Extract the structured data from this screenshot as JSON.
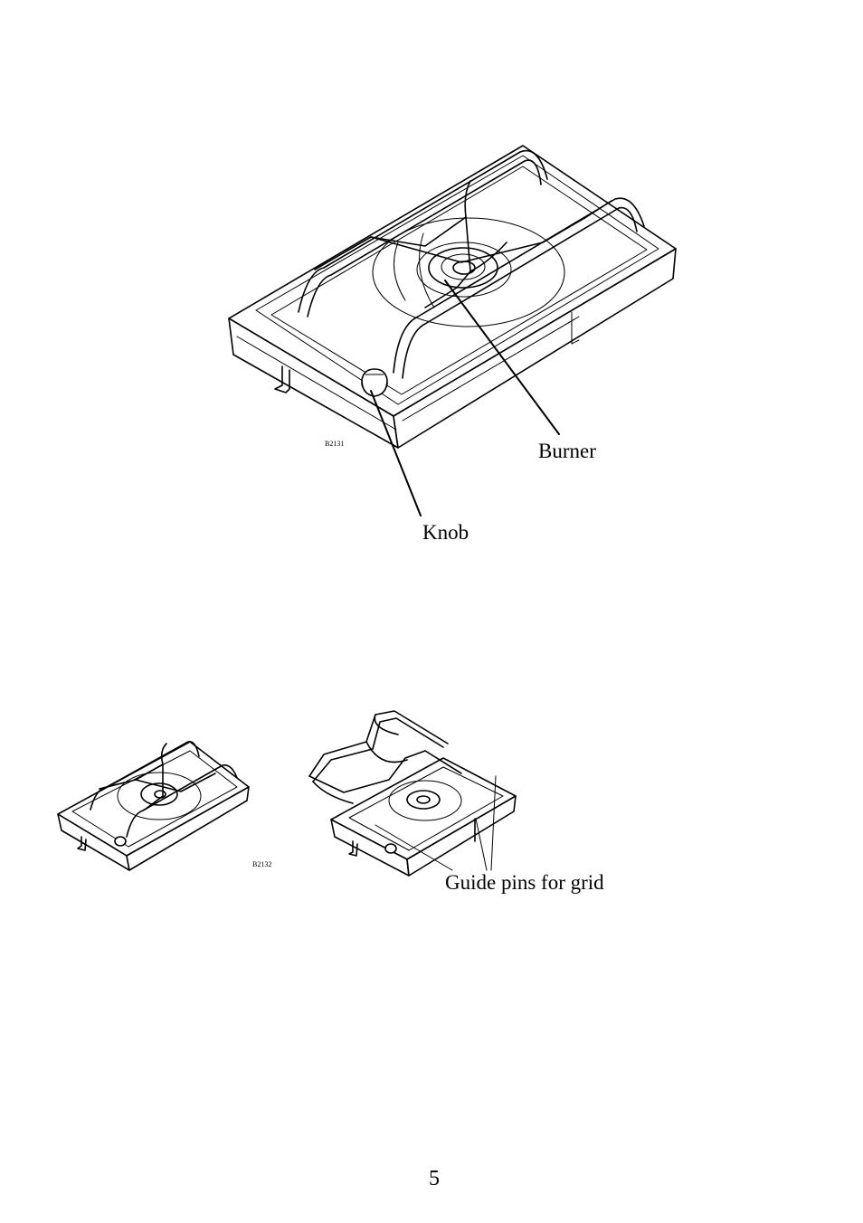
{
  "figure1": {
    "callouts": {
      "burner": "Burner",
      "knob": "Knob"
    },
    "reference_code": "B2131"
  },
  "figure2": {
    "callouts": {
      "guide_pins": "Guide pins for grid"
    },
    "reference_code": "B2132"
  },
  "page_number": "5"
}
